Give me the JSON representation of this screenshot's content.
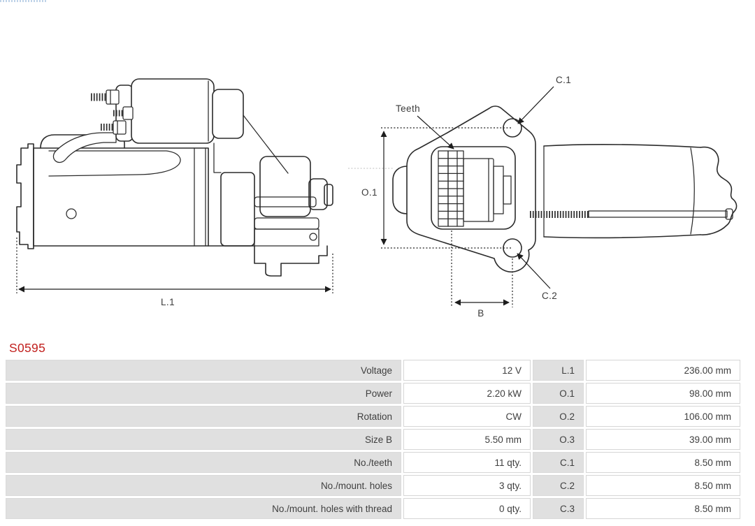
{
  "part_number": "S0595",
  "colors": {
    "part_number_red": "#c1201e",
    "table_row_gray": "#e0e0e0",
    "line_color": "#2b2b2b"
  },
  "diagram": {
    "labels": {
      "l1": "L.1",
      "o1": "O.1",
      "b": "B",
      "teeth": "Teeth",
      "c1": "C.1",
      "c2": "C.2"
    }
  },
  "spec_table": {
    "rows": [
      {
        "label": "Voltage",
        "value": "12 V",
        "dim_label": "L.1",
        "dim_value": "236.00 mm"
      },
      {
        "label": "Power",
        "value": "2.20 kW",
        "dim_label": "O.1",
        "dim_value": "98.00 mm"
      },
      {
        "label": "Rotation",
        "value": "CW",
        "dim_label": "O.2",
        "dim_value": "106.00 mm"
      },
      {
        "label": "Size B",
        "value": "5.50 mm",
        "dim_label": "O.3",
        "dim_value": "39.00 mm"
      },
      {
        "label": "No./teeth",
        "value": "11 qty.",
        "dim_label": "C.1",
        "dim_value": "8.50 mm"
      },
      {
        "label": "No./mount. holes",
        "value": "3 qty.",
        "dim_label": "C.2",
        "dim_value": "8.50 mm"
      },
      {
        "label": "No./mount. holes with thread",
        "value": "0 qty.",
        "dim_label": "C.3",
        "dim_value": "8.50 mm"
      }
    ]
  }
}
